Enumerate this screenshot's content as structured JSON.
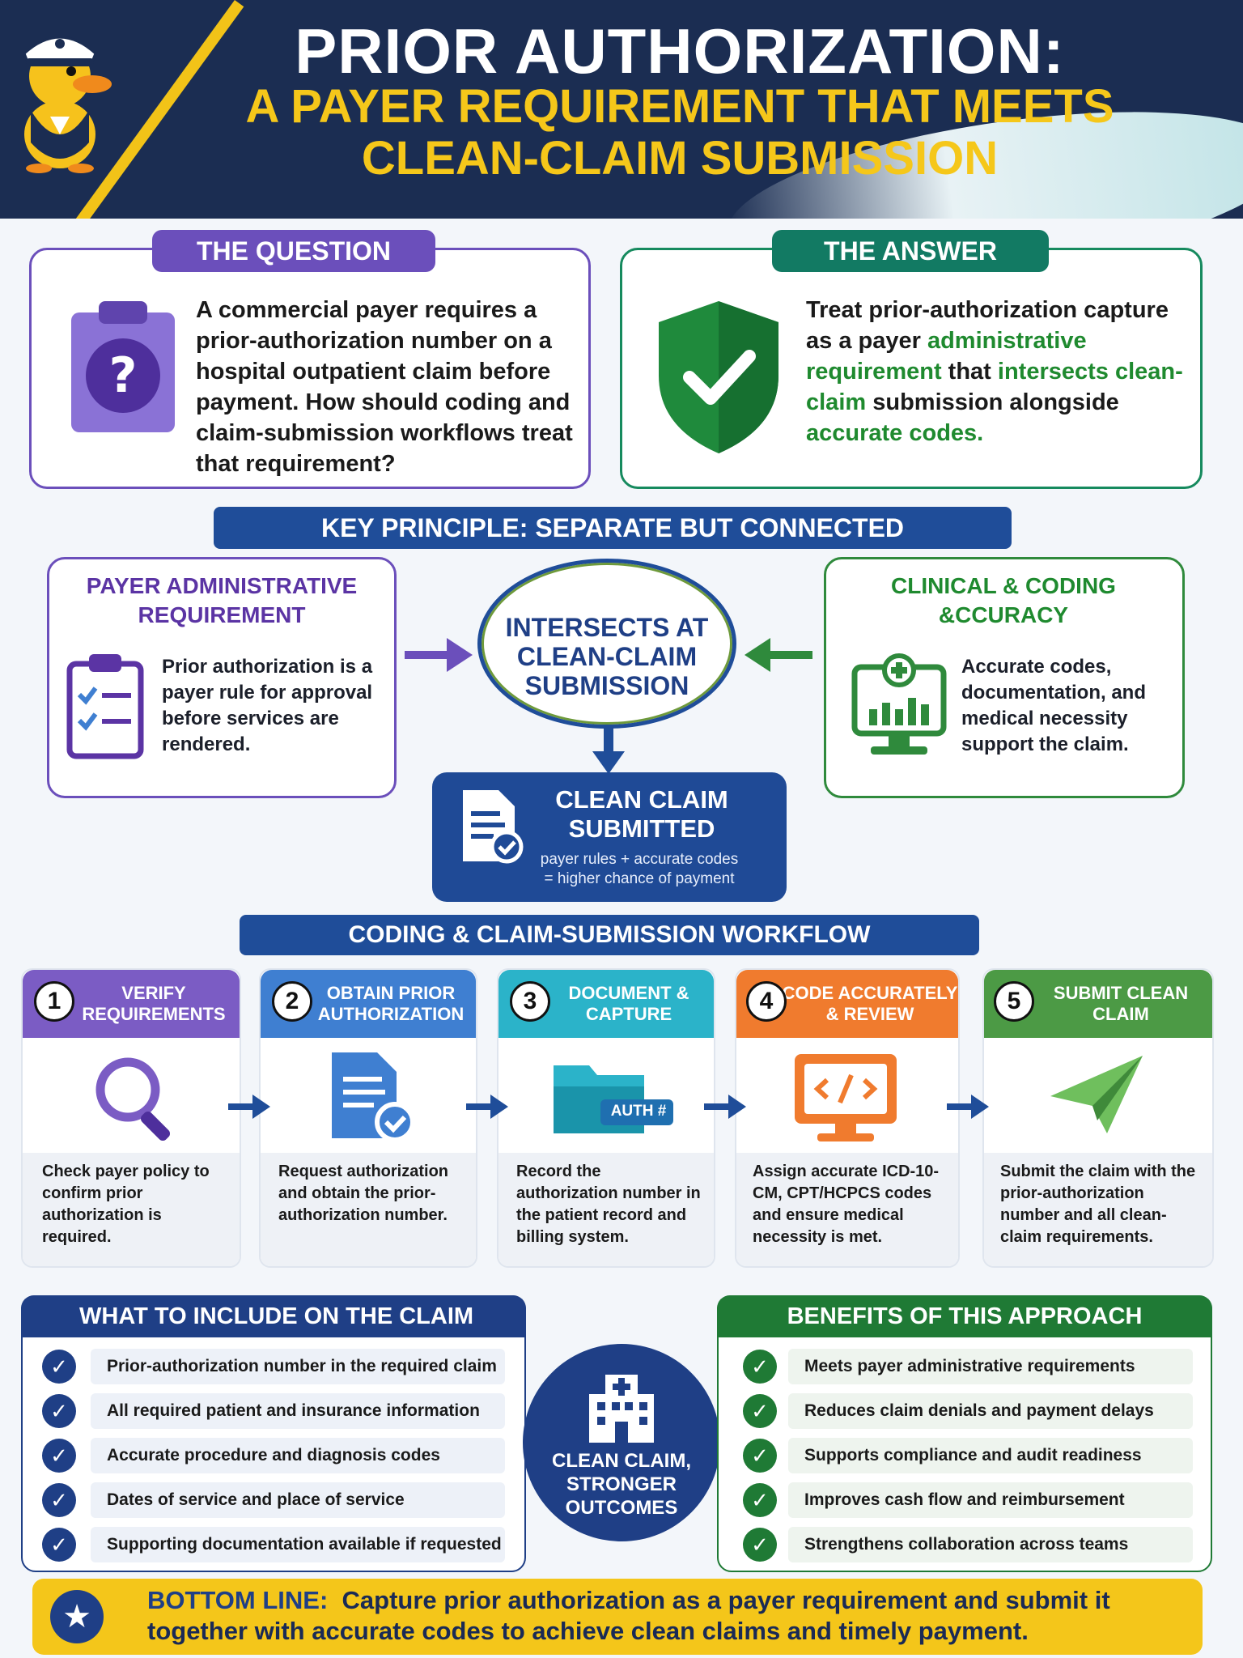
{
  "header": {
    "title": "PRIOR AUTHORIZATION:",
    "subtitle_line1": "A PAYER REQUIREMENT THAT MEETS",
    "subtitle_line2": "CLEAN-CLAIM SUBMISSION"
  },
  "question": {
    "tab": "THE QUESTION",
    "text": "A commercial payer requires a prior-authorization number on a hospital outpatient claim before payment. How should coding and claim-submission workflows treat that requirement?",
    "icon": "clipboard-question-icon"
  },
  "answer": {
    "tab": "THE ANSWER",
    "text_1": "Treat prior-authorization capture as a payer ",
    "highlight_1": "administrative requirement",
    "text_2": " that ",
    "highlight_2": "intersects clean-claim",
    "text_3": " submission alongside ",
    "highlight_3": "accurate codes.",
    "icon": "shield-check-icon"
  },
  "key_principle": {
    "banner": "KEY PRINCIPLE: SEPARATE BUT CONNECTED",
    "left_title": "PAYER ADMINISTRATIVE REQUIREMENT",
    "left_text": "Prior authorization is a payer rule for approval before services are rendered.",
    "right_title": "CLINICAL & CODING &CCURACY",
    "right_text": "Accurate codes, documentation, and medical necessity support the claim.",
    "center_text": "INTERSECTS AT CLEAN-CLAIM SUBMISSION",
    "clean_title": "CLEAN CLAIM SUBMITTED",
    "clean_line1": "payer rules + accurate codes",
    "clean_line2": "= higher chance of payment"
  },
  "workflow": {
    "banner": "CODING & CLAIM-SUBMISSION WORKFLOW",
    "steps": [
      {
        "num": "1",
        "title": "VERIFY REQUIREMENTS",
        "desc": "Check payer policy to confirm prior authorization is required.",
        "color": "#7b5cc4",
        "icon": "magnifier-icon"
      },
      {
        "num": "2",
        "title": "OBTAIN PRIOR AUTHORIZATION",
        "desc": "Request authorization and obtain the prior-authorization number.",
        "color": "#3f7fd1",
        "icon": "document-check-icon"
      },
      {
        "num": "3",
        "title": "DOCUMENT & CAPTURE",
        "desc": "Record the authorization number in the patient record and billing system.",
        "color": "#2bb3c9",
        "icon": "folder-auth-icon",
        "tag": "AUTH #"
      },
      {
        "num": "4",
        "title": "CODE ACCURATELY & REVIEW",
        "desc": "Assign accurate ICD-10-CM, CPT/HCPCS codes and ensure medical necessity is met.",
        "color": "#f07b2e",
        "icon": "code-monitor-icon"
      },
      {
        "num": "5",
        "title": "SUBMIT CLEAN CLAIM",
        "desc": "Submit the claim with the prior-authorization number and all clean-claim requirements.",
        "color": "#4c9a45",
        "icon": "paper-plane-icon"
      }
    ]
  },
  "include": {
    "title": "WHAT TO INCLUDE ON THE CLAIM",
    "items": [
      "Prior-authorization number in the required claim field",
      "All required patient and insurance information",
      "Accurate procedure and diagnosis codes",
      "Dates of service and place of service",
      "Supporting documentation available if requested"
    ]
  },
  "center_badge": {
    "text": "CLEAN CLAIM, STRONGER OUTCOMES",
    "icon": "hospital-icon"
  },
  "benefits": {
    "title": "BENEFITS OF THIS APPROACH",
    "items": [
      "Meets payer administrative requirements",
      "Reduces claim denials and payment delays",
      "Supports compliance and audit readiness",
      "Improves cash flow and reimbursement",
      "Strengthens collaboration across teams"
    ]
  },
  "bottom_line": {
    "label": "BOTTOM LINE:",
    "text": "Capture prior authorization as a payer requirement and submit it together with accurate codes to achieve clean claims and timely payment."
  }
}
